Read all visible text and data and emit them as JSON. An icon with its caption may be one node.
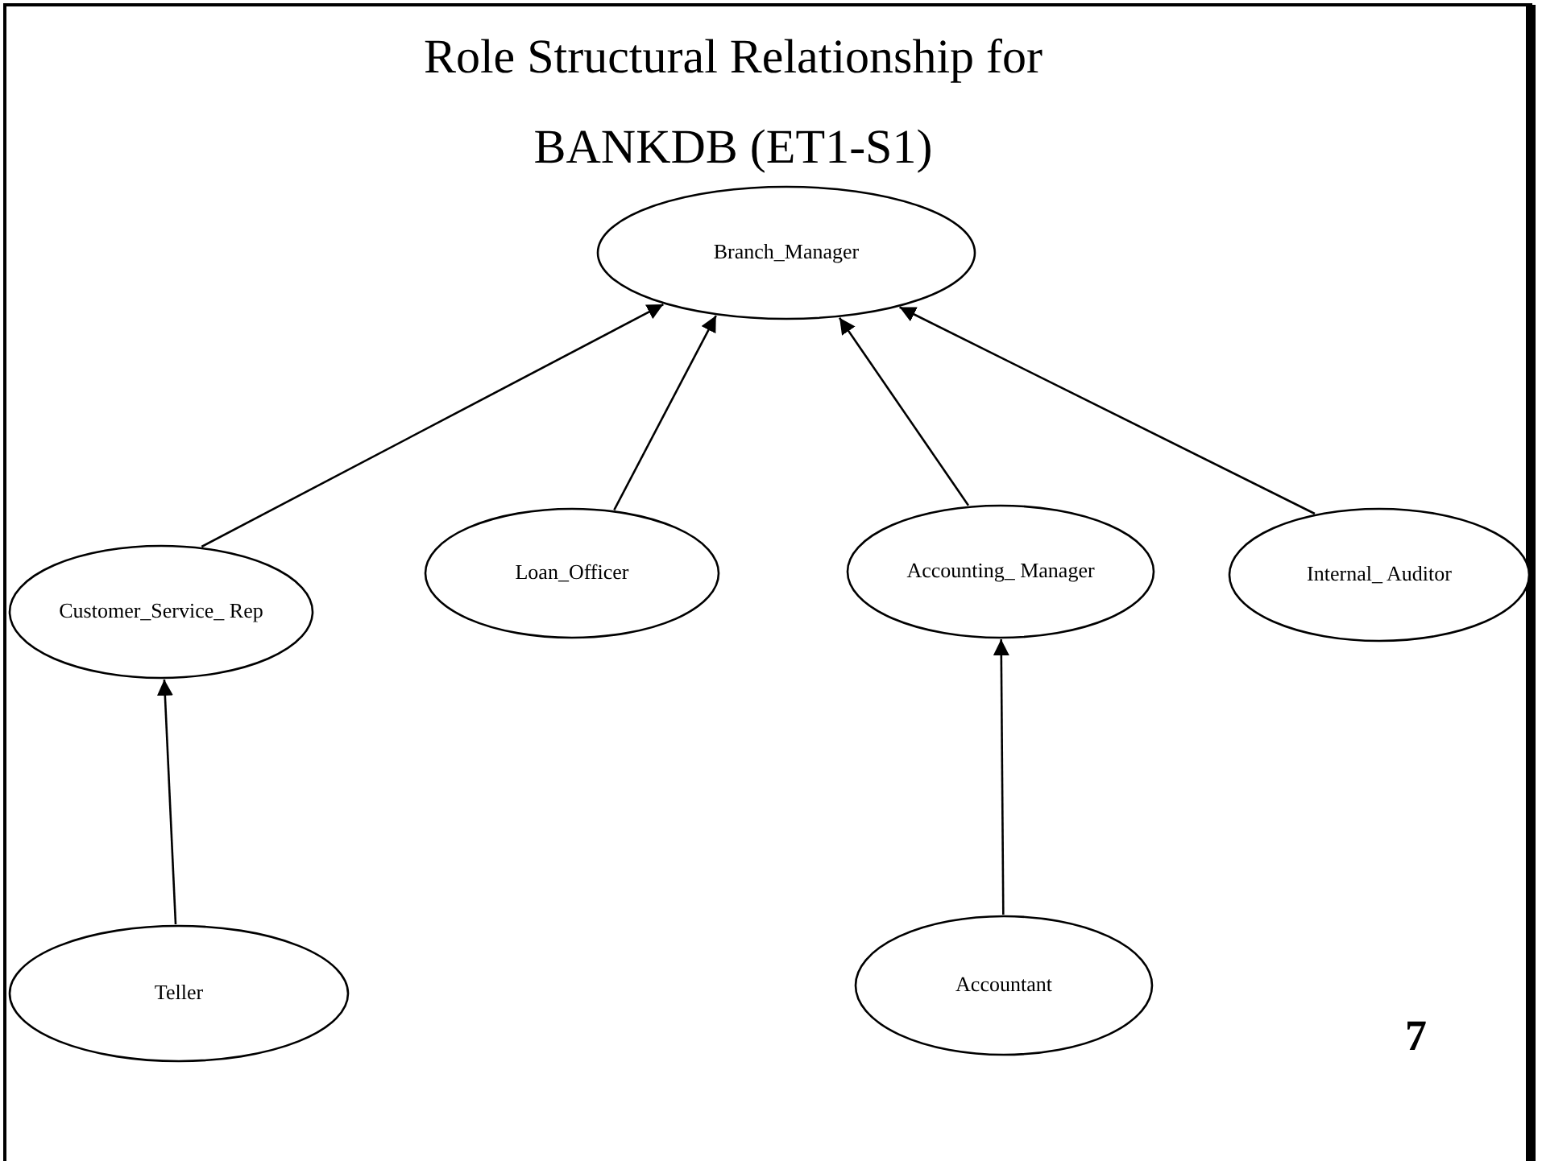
{
  "diagram": {
    "title": "Role Structural Relationship for BANKDB (ET1-S1)",
    "nodes": [
      {
        "text": [
          "Branch_Manager"
        ]
      },
      {
        "text": [
          "Customer_Service_ Rep"
        ]
      },
      {
        "text": [
          "Loan_Officer"
        ]
      },
      {
        "text": [
          "Accounting_ Manager"
        ]
      },
      {
        "text": [
          "Internal_ Auditor"
        ]
      },
      {
        "text": [
          "Teller"
        ]
      },
      {
        "text": [
          "Accountant"
        ]
      }
    ],
    "edges": [
      {
        "from": 1,
        "to": 0,
        "arrow": "to"
      },
      {
        "from": 2,
        "to": 0,
        "arrow": "to"
      },
      {
        "from": 3,
        "to": 0,
        "arrow": "to"
      },
      {
        "from": 4,
        "to": 0,
        "arrow": "to"
      },
      {
        "from": 5,
        "to": 1,
        "arrow": "to"
      },
      {
        "from": 6,
        "to": 3,
        "arrow": "to"
      }
    ],
    "labels": [
      "7"
    ]
  }
}
